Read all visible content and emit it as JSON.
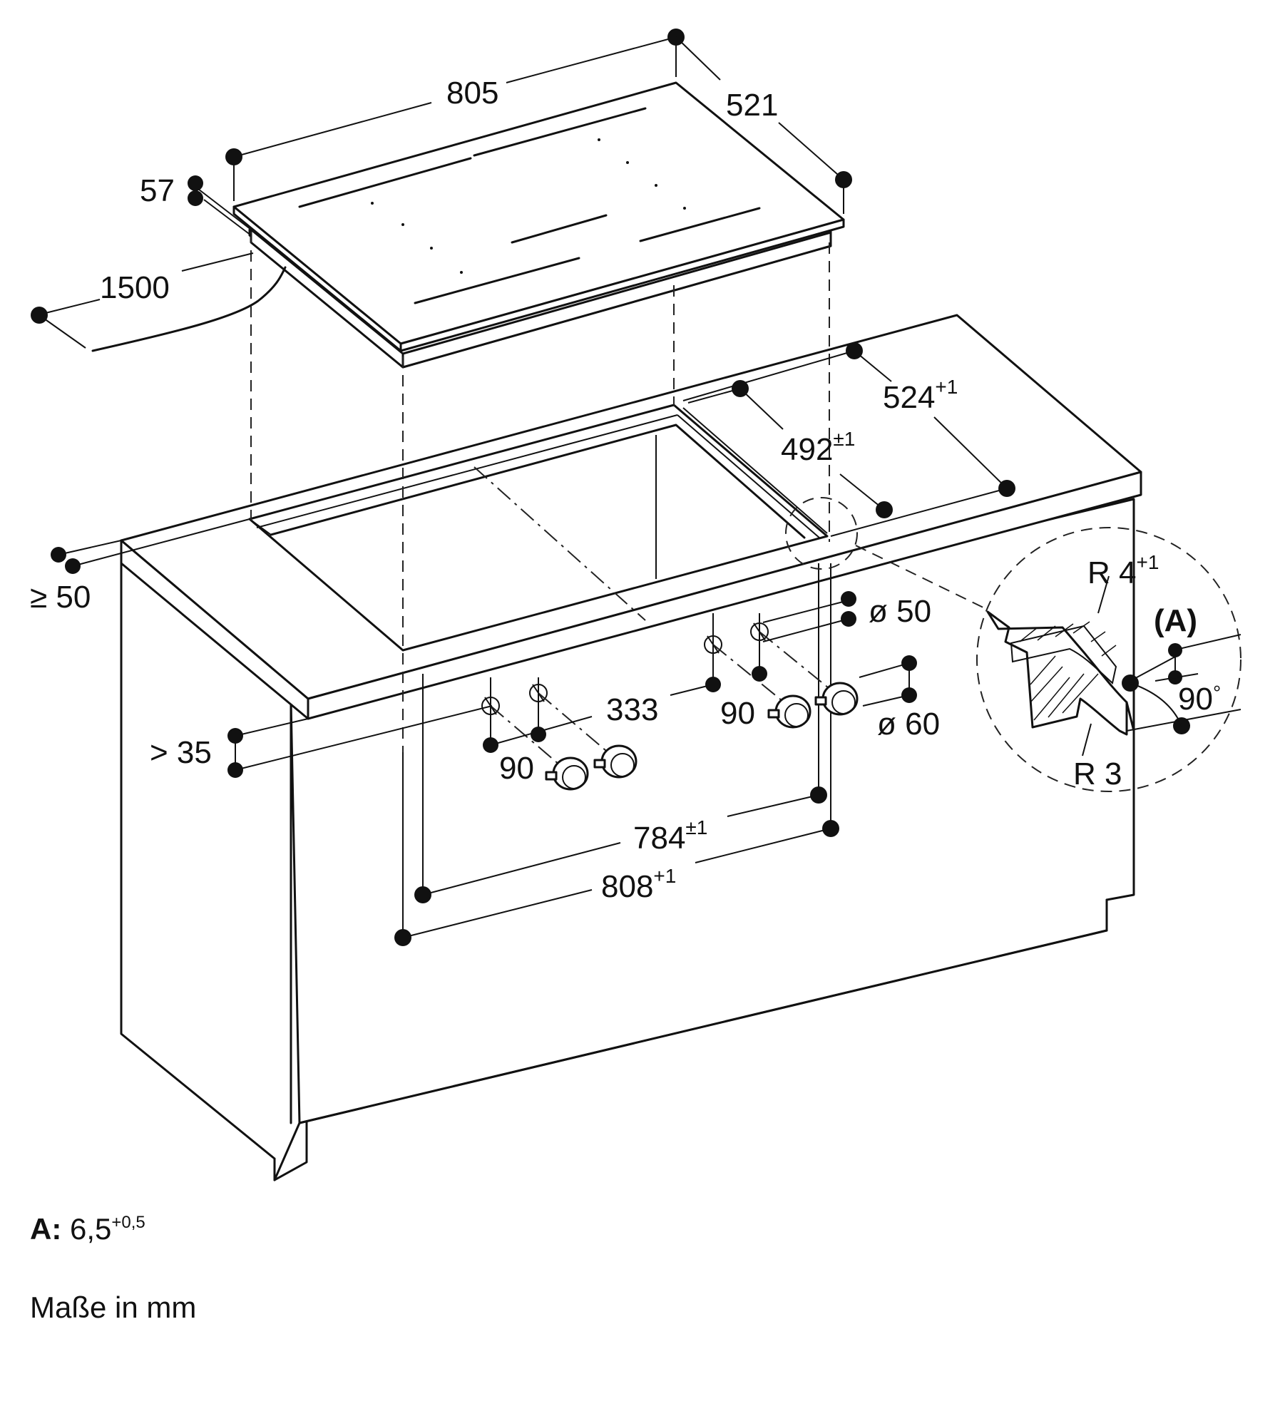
{
  "dimensions": {
    "top_width": "805",
    "top_depth": "521",
    "top_height": "57",
    "cable_length": "1500",
    "cutout_depth_outer": "524",
    "cutout_depth_outer_tol": "+1",
    "cutout_depth_inner": "492",
    "cutout_depth_inner_tol": "±1",
    "front_margin": "≥ 50",
    "drill_diameter_small": "ø 50",
    "knob_spacing_left": "333",
    "knob_pitch_left": "90",
    "knob_pitch_right": "90",
    "knob_diameter": "ø 60",
    "countertop_thickness": "> 35",
    "cutout_width_inner": "784",
    "cutout_width_inner_tol": "±1",
    "cutout_width_outer": "808",
    "cutout_width_outer_tol": "+1"
  },
  "detail": {
    "radius_top": "R 4",
    "radius_top_tol": "+1",
    "marker": "(A)",
    "angle": "90",
    "angle_unit": "°",
    "radius_bottom": "R 3"
  },
  "legend": {
    "key": "A:",
    "value": "6,5",
    "value_tol": "+0,5",
    "units_note": "Maße in mm"
  }
}
